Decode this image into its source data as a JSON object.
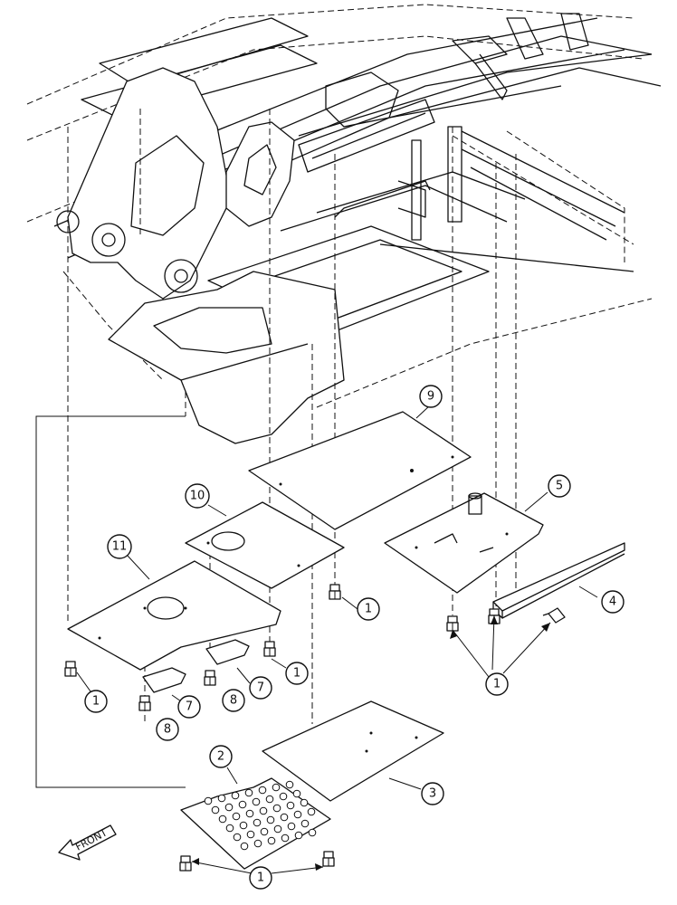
{
  "callouts": {
    "c1a": "1",
    "c1b": "1",
    "c1c": "1",
    "c1d": "1",
    "c1e": "1",
    "c2": "2",
    "c3": "3",
    "c4": "4",
    "c5": "5",
    "c7a": "7",
    "c7b": "7",
    "c8a": "8",
    "c8b": "8",
    "c9": "9",
    "c10": "10",
    "c11": "11"
  },
  "front_label": "FRONT"
}
